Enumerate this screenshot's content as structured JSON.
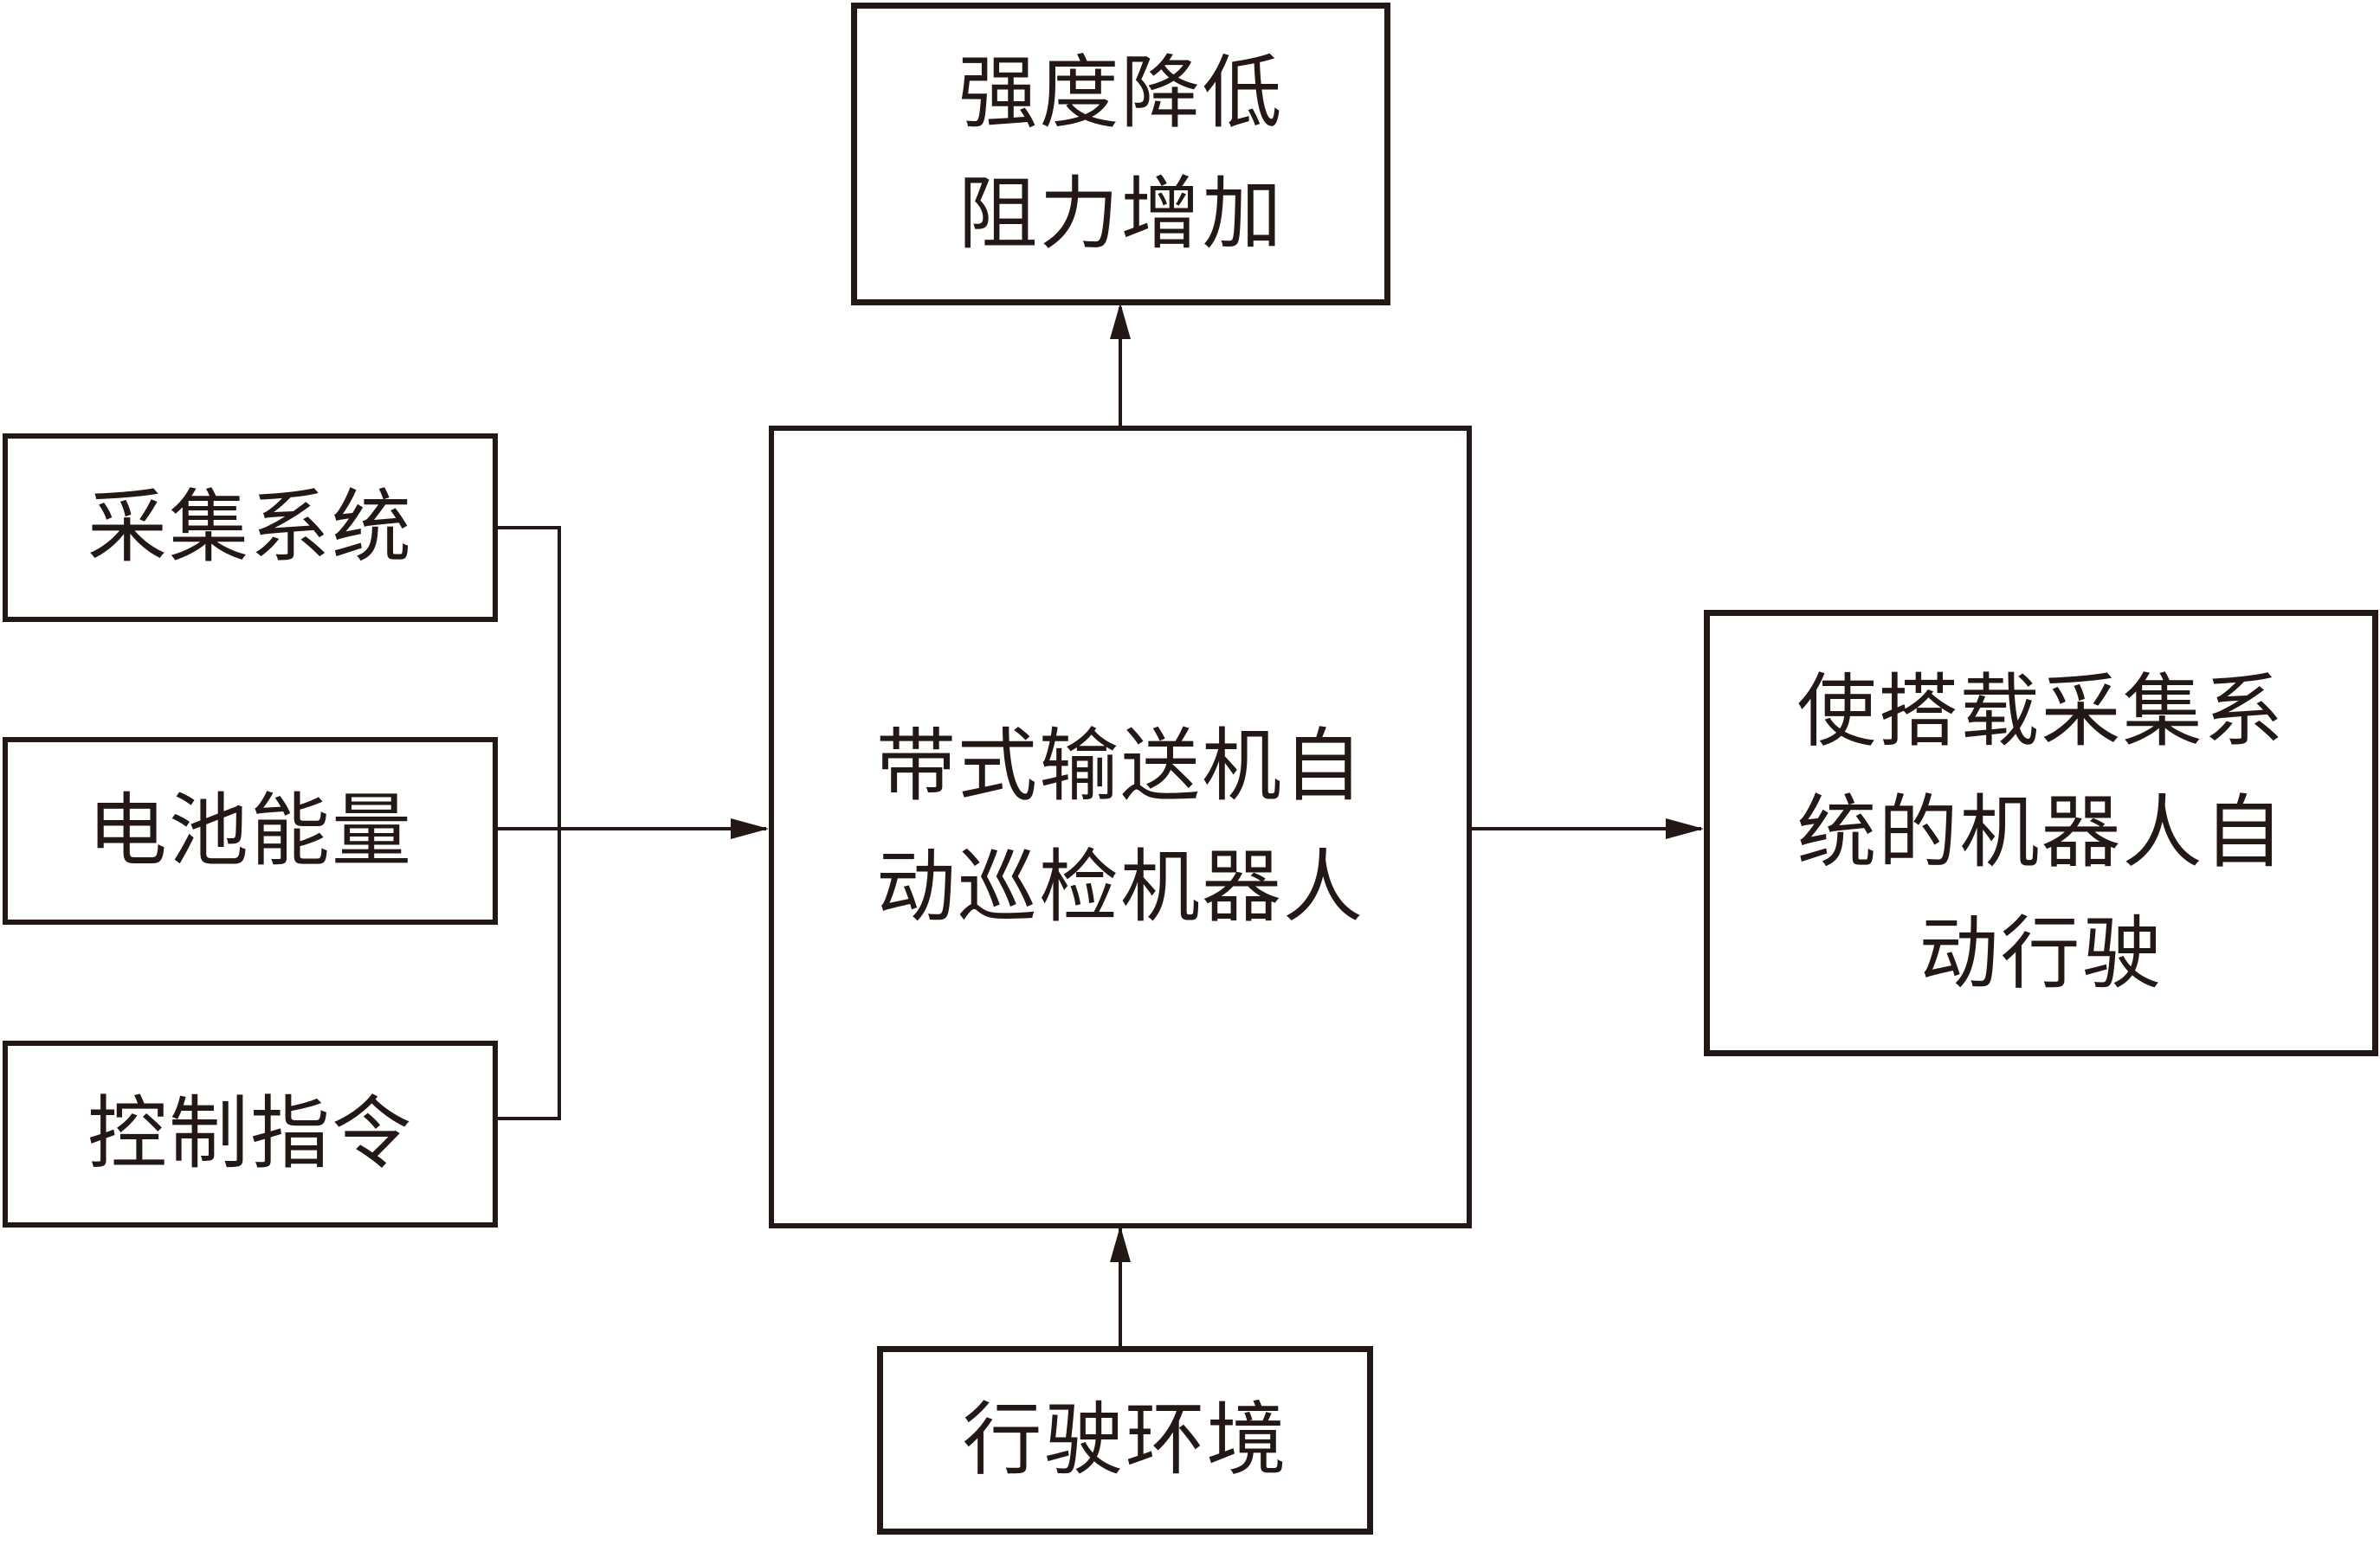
{
  "diagram": {
    "type": "block-diagram",
    "stroke_color": "#231815",
    "nodes": {
      "center": {
        "label": "带式输送机自\n动巡检机器人"
      },
      "top": {
        "label": "强度降低\n阻力增加"
      },
      "right": {
        "label": "使搭载采集系\n统的机器人自\n动行驶"
      },
      "bottom": {
        "label": "行驶环境"
      },
      "inputs": [
        {
          "label": "采集系统"
        },
        {
          "label": "电池能量"
        },
        {
          "label": "控制指令"
        }
      ]
    },
    "edges": [
      {
        "from": "inputs",
        "to": "center"
      },
      {
        "from": "center",
        "to": "top"
      },
      {
        "from": "center",
        "to": "right"
      },
      {
        "from": "bottom",
        "to": "center"
      }
    ]
  }
}
